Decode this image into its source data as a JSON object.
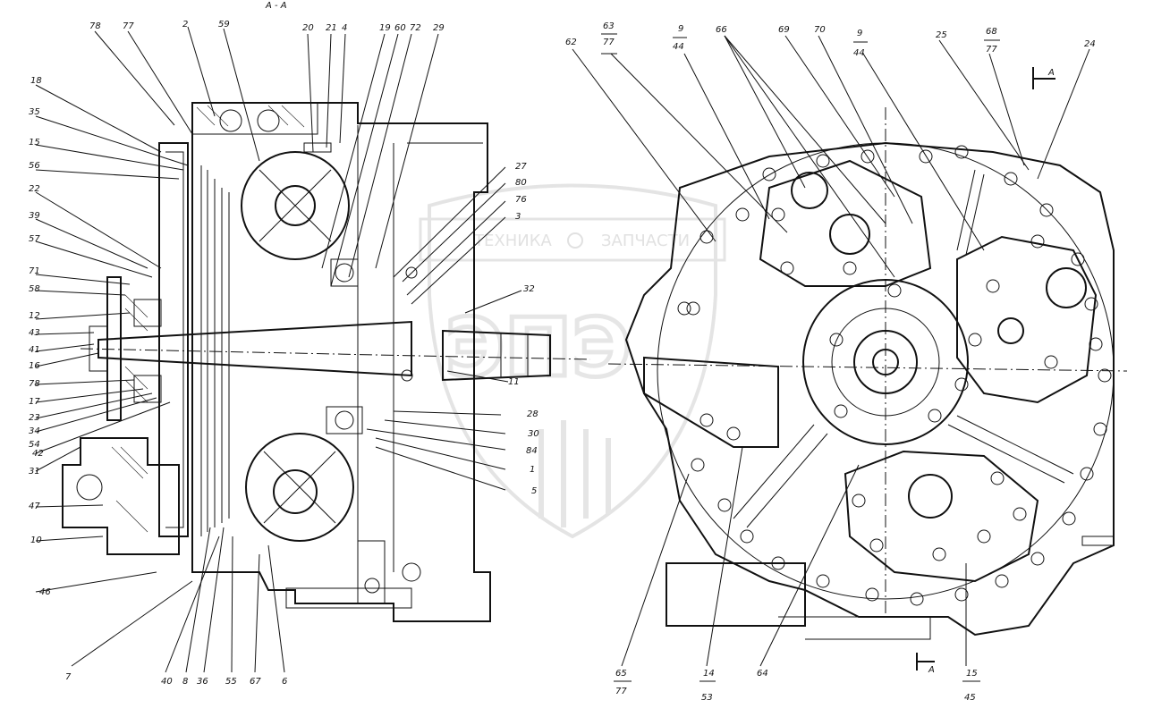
{
  "section_title": "А - А",
  "watermark": {
    "brand_left": "ТЕХНИКА",
    "brand_right": "ЗАПЧАСТИ",
    "logo": "ЭПЭ"
  },
  "section_arrow_label": "А",
  "left_labels": [
    "78",
    "77",
    "2",
    "59",
    "20",
    "21",
    "4",
    "19",
    "60",
    "72",
    "29",
    "18",
    "35",
    "15",
    "56",
    "22",
    "39",
    "57",
    "71",
    "58",
    "12",
    "43",
    "41",
    "16",
    "78",
    "17",
    "23",
    "34",
    "54",
    "42",
    "31",
    "47",
    "10",
    "46",
    "7",
    "40",
    "8",
    "36",
    "55",
    "67",
    "6",
    "27",
    "80",
    "76",
    "3",
    "32",
    "11",
    "28",
    "30",
    "84",
    "1",
    "5"
  ],
  "right_labels": [
    "62",
    "63",
    "77",
    "9",
    "44",
    "66",
    "69",
    "70",
    "9",
    "44",
    "25",
    "68",
    "77",
    "24",
    "65",
    "77",
    "14",
    "53",
    "64",
    "15",
    "45"
  ]
}
